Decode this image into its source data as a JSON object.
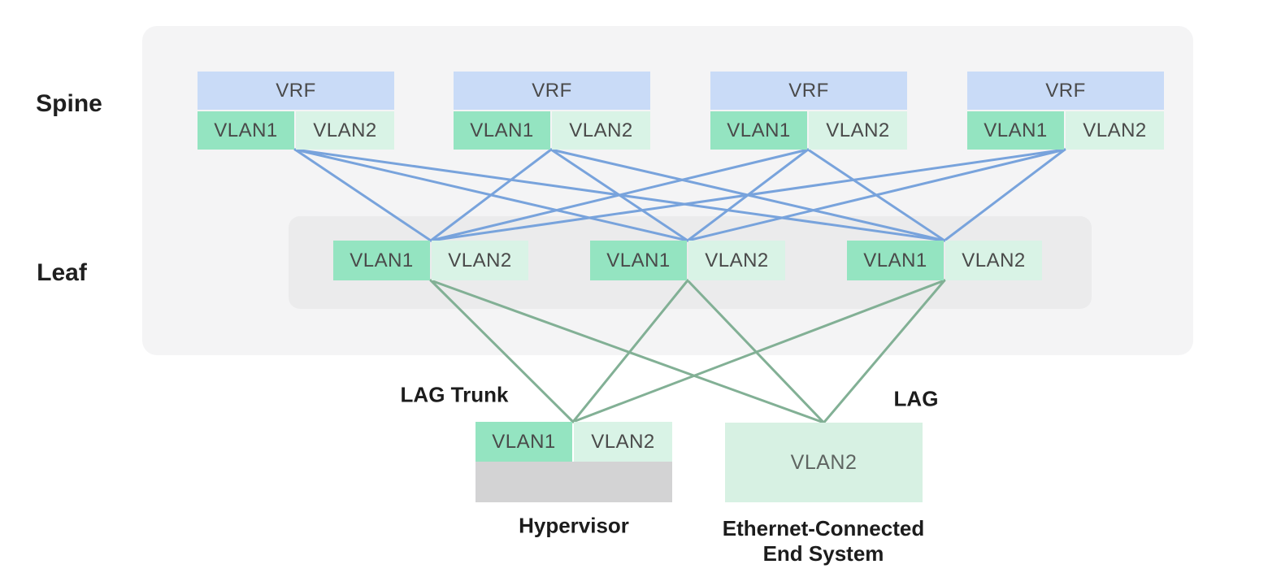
{
  "labels": {
    "spine": "Spine",
    "leaf": "Leaf",
    "lag_trunk": "LAG Trunk",
    "lag": "LAG",
    "hypervisor": "Hypervisor",
    "end_system_line1": "Ethernet-Connected",
    "end_system_line2": "End System"
  },
  "spine_nodes": [
    {
      "vrf": "VRF",
      "vlan1": "VLAN1",
      "vlan2": "VLAN2"
    },
    {
      "vrf": "VRF",
      "vlan1": "VLAN1",
      "vlan2": "VLAN2"
    },
    {
      "vrf": "VRF",
      "vlan1": "VLAN1",
      "vlan2": "VLAN2"
    },
    {
      "vrf": "VRF",
      "vlan1": "VLAN1",
      "vlan2": "VLAN2"
    }
  ],
  "leaf_nodes": [
    {
      "vlan1": "VLAN1",
      "vlan2": "VLAN2"
    },
    {
      "vlan1": "VLAN1",
      "vlan2": "VLAN2"
    },
    {
      "vlan1": "VLAN1",
      "vlan2": "VLAN2"
    }
  ],
  "hypervisor_node": {
    "vlan1": "VLAN1",
    "vlan2": "VLAN2"
  },
  "end_system_node": {
    "vlan2": "VLAN2"
  },
  "colors": {
    "spine_leaf_link": "#78a3dc",
    "leaf_host_link": "#82b095",
    "vrf_fill": "#c9dbf7",
    "vlan1_fill": "#94e4c1",
    "vlan2_fill": "#d9f3e6",
    "hypervisor_fill": "#d3d3d4",
    "outer_panel": "#f4f4f5",
    "inner_panel": "#ebebec"
  },
  "connections": {
    "spine_to_leaf": [
      [
        0,
        0
      ],
      [
        0,
        1
      ],
      [
        0,
        2
      ],
      [
        1,
        0
      ],
      [
        1,
        1
      ],
      [
        1,
        2
      ],
      [
        2,
        0
      ],
      [
        2,
        1
      ],
      [
        2,
        2
      ],
      [
        3,
        0
      ],
      [
        3,
        1
      ],
      [
        3,
        2
      ]
    ],
    "leaf_to_host": [
      [
        0,
        "hypervisor"
      ],
      [
        0,
        "endsystem"
      ],
      [
        1,
        "hypervisor"
      ],
      [
        1,
        "endsystem"
      ],
      [
        2,
        "hypervisor"
      ],
      [
        2,
        "endsystem"
      ]
    ]
  }
}
